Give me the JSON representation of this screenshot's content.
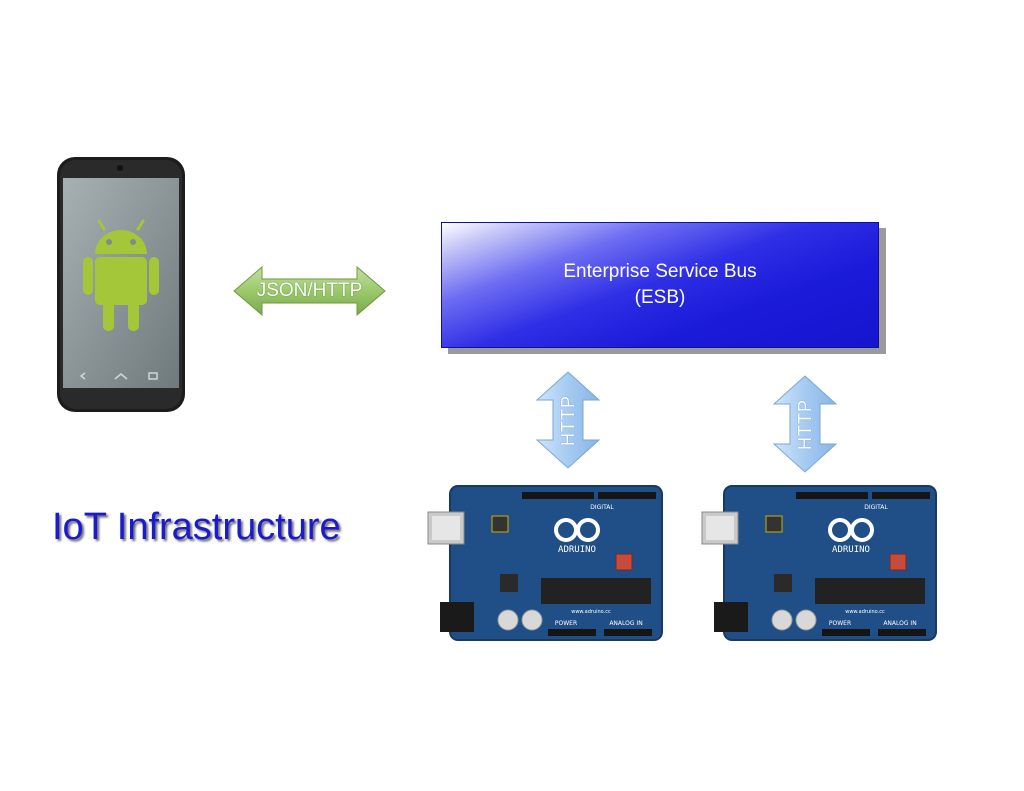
{
  "esb": {
    "line1": "Enterprise Service Bus",
    "line2": "(ESB)"
  },
  "json_arrow": {
    "label": "JSON/HTTP"
  },
  "http_arrows": [
    {
      "label": "HTTP"
    },
    {
      "label": "HTTP"
    }
  ],
  "title": "IoT Infrastructure",
  "boards": [
    {
      "brand": "ADRUINO",
      "digital": "DIGITAL",
      "power": "POWER",
      "analog": "ANALOG IN",
      "web": "www.adruino.cc"
    },
    {
      "brand": "ADRUINO",
      "digital": "DIGITAL",
      "power": "POWER",
      "analog": "ANALOG IN",
      "web": "www.adruino.cc"
    }
  ],
  "colors": {
    "esb_blue": "#1a1ad9",
    "title_blue": "#1a1ad0",
    "arrow_green": "#8fbe5c",
    "arrow_blue": "#a8cdf2",
    "android_green": "#a4c639",
    "board_blue": "#1f4f86"
  },
  "icons": {
    "phone": "android-phone-icon",
    "board": "arduino-board-icon"
  }
}
